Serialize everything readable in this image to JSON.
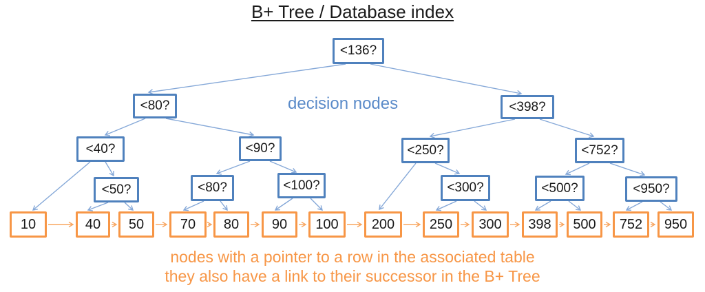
{
  "title": "B+ Tree / Database index",
  "annotations": {
    "decision_nodes_label": "decision nodes",
    "caption_line1": "nodes with a pointer to a row in the associated table",
    "caption_line2": "they also have a link to their successor in the B+ Tree"
  },
  "tree": {
    "decision_nodes": [
      {
        "id": "n136",
        "label": "<136?",
        "children": [
          "n80",
          "n398"
        ]
      },
      {
        "id": "n80",
        "label": "<80?",
        "children": [
          "n40",
          "n90"
        ]
      },
      {
        "id": "n398",
        "label": "<398?",
        "children": [
          "n250",
          "n752"
        ]
      },
      {
        "id": "n40",
        "label": "<40?",
        "children": [
          "leaf-10",
          "n50"
        ]
      },
      {
        "id": "n90",
        "label": "<90?",
        "children": [
          "n80b",
          "n100"
        ]
      },
      {
        "id": "n250",
        "label": "<250?",
        "children": [
          "leaf-200",
          "n300"
        ]
      },
      {
        "id": "n752",
        "label": "<752?",
        "children": [
          "n500",
          "n950"
        ]
      },
      {
        "id": "n50",
        "label": "<50?",
        "children": [
          "leaf-40",
          "leaf-50"
        ]
      },
      {
        "id": "n80b",
        "label": "<80?",
        "children": [
          "leaf-70",
          "leaf-80"
        ]
      },
      {
        "id": "n100",
        "label": "<100?",
        "children": [
          "leaf-90",
          "leaf-100"
        ]
      },
      {
        "id": "n300",
        "label": "<300?",
        "children": [
          "leaf-250",
          "leaf-300"
        ]
      },
      {
        "id": "n500",
        "label": "<500?",
        "children": [
          "leaf-398",
          "leaf-500"
        ]
      },
      {
        "id": "n950",
        "label": "<950?",
        "children": [
          "leaf-752",
          "leaf-950"
        ]
      }
    ],
    "leaf_nodes": [
      {
        "id": "leaf-10",
        "label": "10"
      },
      {
        "id": "leaf-40",
        "label": "40"
      },
      {
        "id": "leaf-50",
        "label": "50"
      },
      {
        "id": "leaf-70",
        "label": "70"
      },
      {
        "id": "leaf-80",
        "label": "80"
      },
      {
        "id": "leaf-90",
        "label": "90"
      },
      {
        "id": "leaf-100",
        "label": "100"
      },
      {
        "id": "leaf-200",
        "label": "200"
      },
      {
        "id": "leaf-250",
        "label": "250"
      },
      {
        "id": "leaf-300",
        "label": "300"
      },
      {
        "id": "leaf-398",
        "label": "398"
      },
      {
        "id": "leaf-500",
        "label": "500"
      },
      {
        "id": "leaf-752",
        "label": "752"
      },
      {
        "id": "leaf-950",
        "label": "950"
      }
    ],
    "leaf_successor_links": "each leaf has an orange arrow to the next leaf in key order"
  },
  "colors": {
    "decision_node_border": "#4f81bd",
    "tree_edge_line": "#85a8d8",
    "decision_label_text": "#5b8bc9",
    "leaf_node_border": "#f79646",
    "leaf_link_line": "#f8a55f",
    "caption_text": "#f79646",
    "title_text": "#1b1b1b"
  }
}
